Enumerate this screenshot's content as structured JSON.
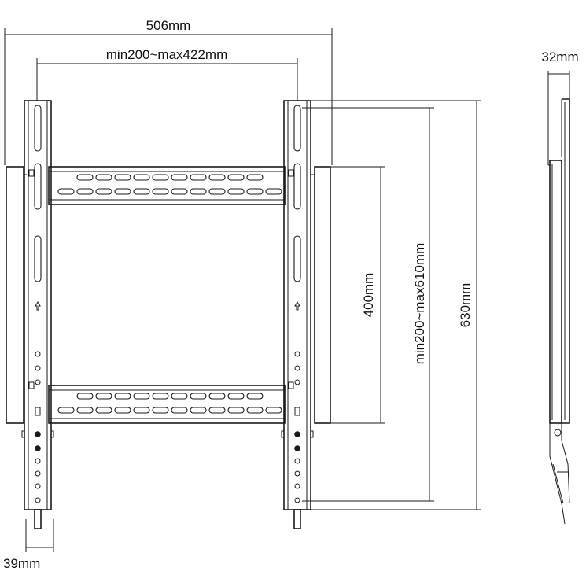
{
  "dimensions": {
    "overall_width": "506mm",
    "vesa_width": "min200~max422mm",
    "depth": "32mm",
    "bracket_height": "400mm",
    "vesa_height": "min200~max610mm",
    "overall_height": "630mm",
    "arm_width": "39mm"
  },
  "colors": {
    "line": "#1a1a1a",
    "background": "#ffffff"
  }
}
